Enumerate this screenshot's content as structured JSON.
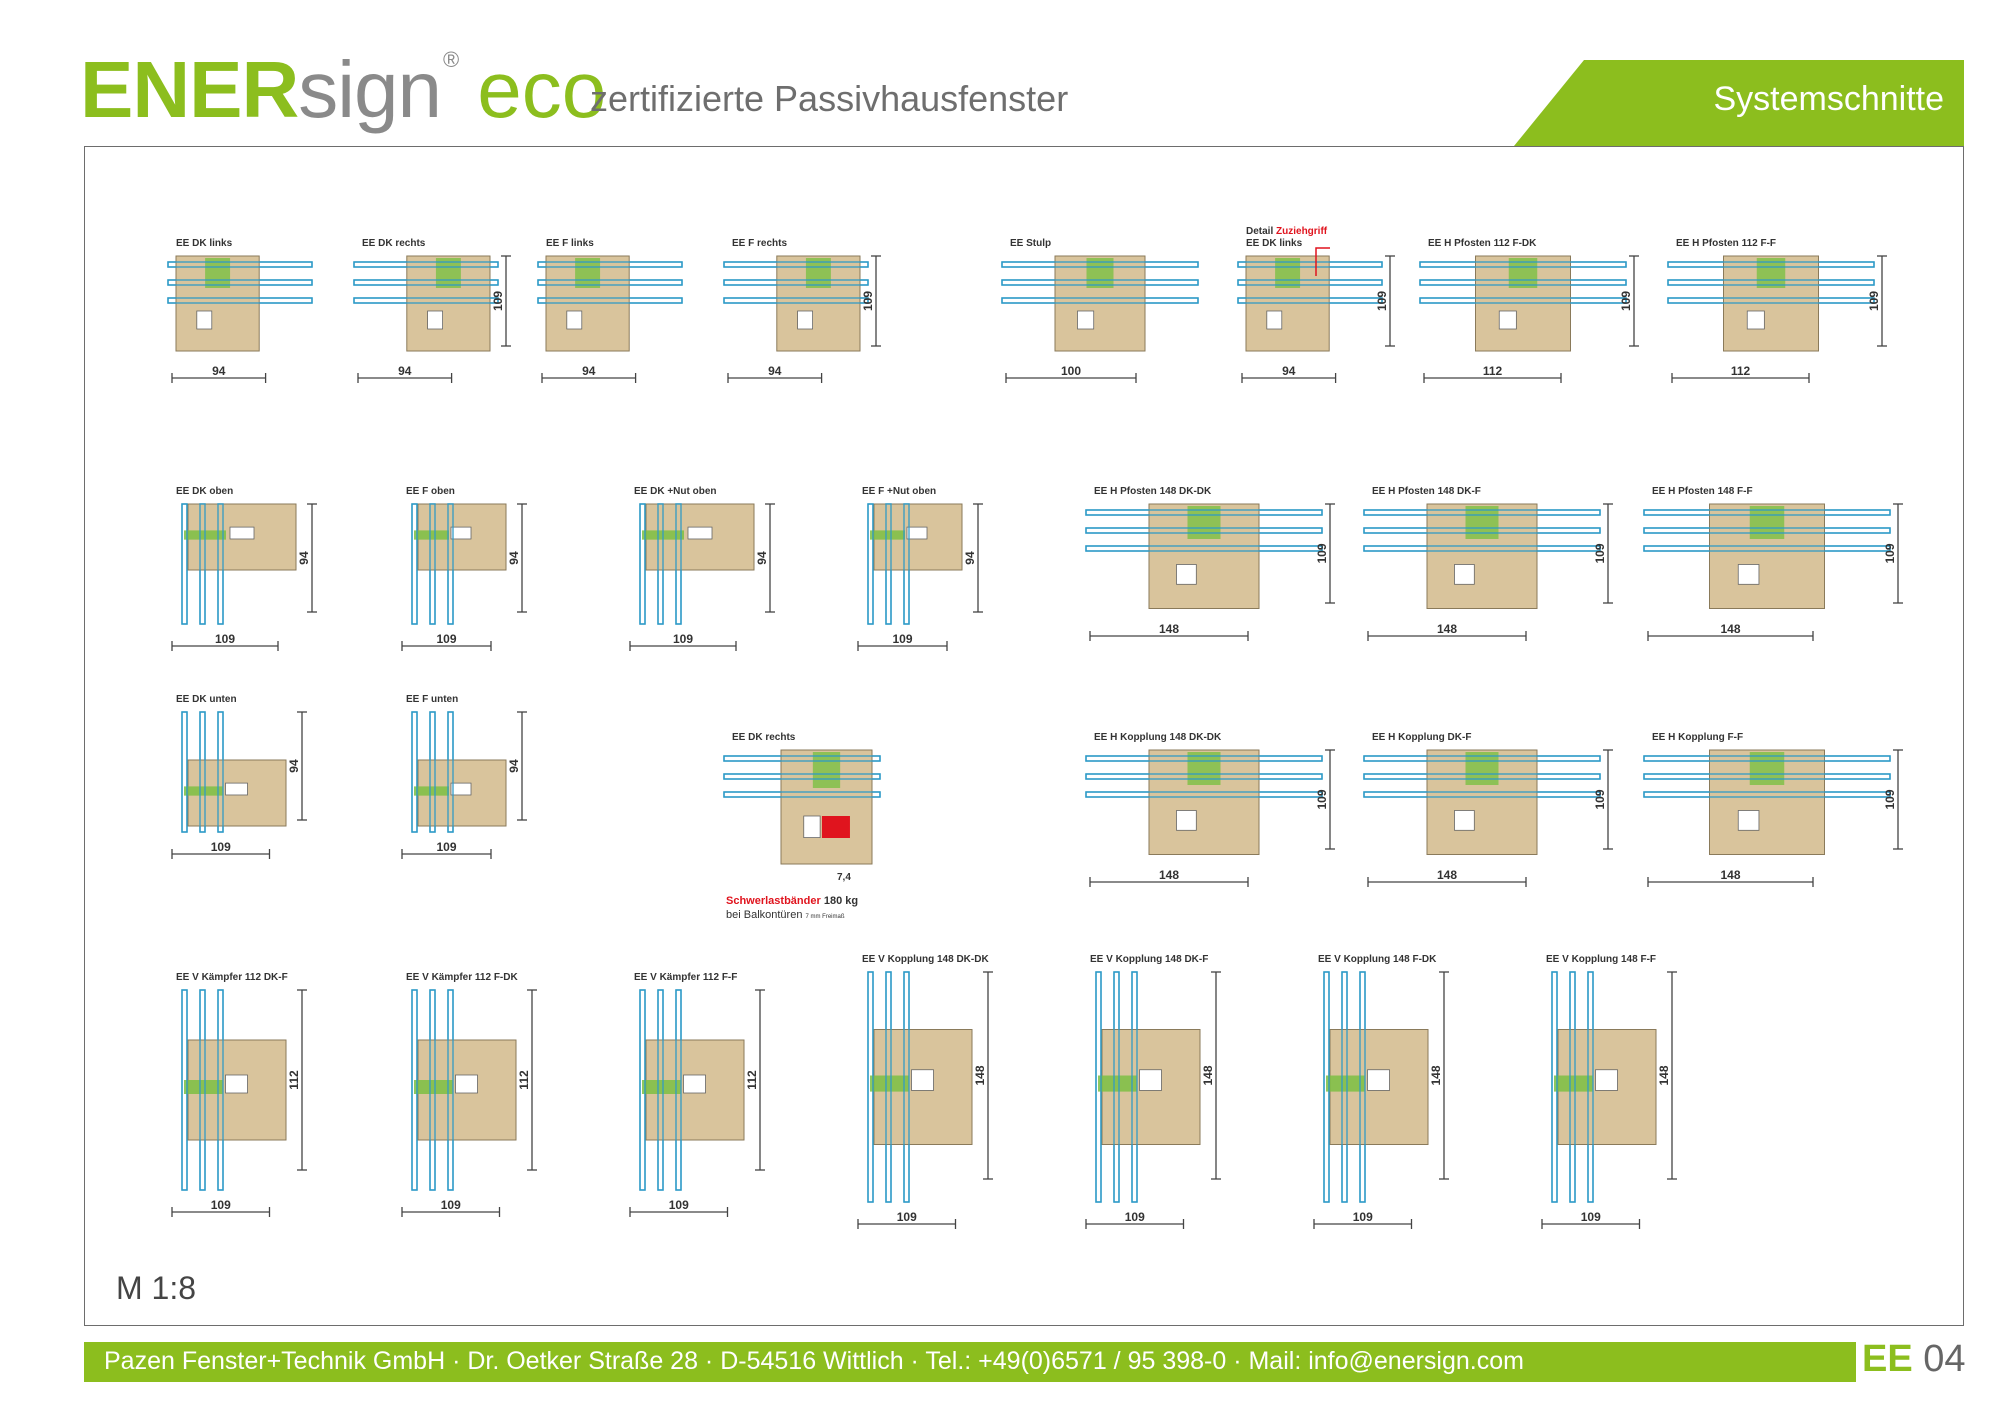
{
  "header": {
    "brand_main": "ENER",
    "brand_sign": "sign",
    "brand_reg": "®",
    "brand_eco": "eco",
    "tagline": "zertifizierte Passivhausfenster",
    "section_title": "Systemschnitte"
  },
  "scale_label": "M 1:8",
  "footer": {
    "address": "Pazen Fenster+Technik GmbH · Dr. Oetker Straße 28 · D-54516 Wittlich · Tel.:  +49(0)6571 / 95 398-0 · Mail:  info@enersign.com",
    "page_prefix": "EE",
    "page_number": "04"
  },
  "colors": {
    "brand_green": "#8cbe1e",
    "wood": "#d9c49c",
    "glass": "#2e9ac6",
    "seal_green": "#7bc043",
    "accent_red": "#e0141e"
  },
  "sections": [
    {
      "title": "EE DK links",
      "dims": {
        "width": "94"
      },
      "kind": "h",
      "layout": "left"
    },
    {
      "title": "EE DK rechts",
      "dims": {
        "width": "94",
        "height": "109"
      },
      "kind": "h",
      "layout": "right"
    },
    {
      "title": "EE F links",
      "dims": {
        "width": "94"
      },
      "kind": "h",
      "layout": "left"
    },
    {
      "title": "EE F rechts",
      "dims": {
        "width": "94",
        "height": "109"
      },
      "kind": "h",
      "layout": "right"
    },
    {
      "title": "EE Stulp",
      "dims": {
        "width": "100"
      },
      "kind": "h",
      "layout": "double"
    },
    {
      "title": "EE DK links",
      "subtitle": "Detail",
      "highlight": "Zuziehgriff",
      "dims": {
        "width": "94",
        "height": "109"
      },
      "kind": "h",
      "layout": "left"
    },
    {
      "title": "EE H Pfosten 112 F-DK",
      "dims": {
        "width": "112",
        "height": "109"
      },
      "kind": "h",
      "layout": "double"
    },
    {
      "title": "EE H Pfosten 112 F-F",
      "dims": {
        "width": "112",
        "height": "109"
      },
      "kind": "h",
      "layout": "double"
    },
    {
      "title": "EE DK oben",
      "dims": {
        "width": "109",
        "height": "94"
      },
      "kind": "v",
      "layout": "top"
    },
    {
      "title": "EE F oben",
      "dims": {
        "width": "109",
        "height": "94"
      },
      "kind": "v",
      "layout": "top"
    },
    {
      "title": "EE DK +Nut oben",
      "dims": {
        "width": "109",
        "height": "94"
      },
      "kind": "v",
      "layout": "top"
    },
    {
      "title": "EE F +Nut oben",
      "dims": {
        "width": "109",
        "height": "94"
      },
      "kind": "v",
      "layout": "top"
    },
    {
      "title": "EE H Pfosten 148 DK-DK",
      "dims": {
        "width": "148",
        "height": "109"
      },
      "kind": "h",
      "layout": "double"
    },
    {
      "title": "EE H Pfosten 148 DK-F",
      "dims": {
        "width": "148",
        "height": "109"
      },
      "kind": "h",
      "layout": "double"
    },
    {
      "title": "EE H Pfosten 148 F-F",
      "dims": {
        "width": "148",
        "height": "109"
      },
      "kind": "h",
      "layout": "double"
    },
    {
      "title": "EE DK unten",
      "dims": {
        "width": "109",
        "height": "94"
      },
      "kind": "v",
      "layout": "bottom"
    },
    {
      "title": "EE F unten",
      "dims": {
        "width": "109",
        "height": "94"
      },
      "kind": "v",
      "layout": "bottom"
    },
    {
      "title": "EE DK rechts",
      "dims": {
        "offset": "7,4"
      },
      "kind": "h",
      "layout": "right",
      "note_red": "Schwerlastbänder",
      "note_rest": "180 kg",
      "note_line2": "bei Balkontüren",
      "note_small": "7 mm Freimaß"
    },
    {
      "title": "EE H Kopplung 148 DK-DK",
      "dims": {
        "width": "148",
        "height": "109"
      },
      "kind": "h",
      "layout": "double"
    },
    {
      "title": "EE H Kopplung DK-F",
      "dims": {
        "width": "148",
        "height": "109"
      },
      "kind": "h",
      "layout": "double"
    },
    {
      "title": "EE H Kopplung F-F",
      "dims": {
        "width": "148",
        "height": "109"
      },
      "kind": "h",
      "layout": "double"
    },
    {
      "title": "EE V Kämpfer 112 DK-F",
      "dims": {
        "width": "109",
        "height": "112"
      },
      "kind": "v",
      "layout": "double"
    },
    {
      "title": "EE V Kämpfer 112 F-DK",
      "dims": {
        "width": "109",
        "height": "112"
      },
      "kind": "v",
      "layout": "double"
    },
    {
      "title": "EE V Kämpfer 112 F-F",
      "dims": {
        "width": "109",
        "height": "112"
      },
      "kind": "v",
      "layout": "double"
    },
    {
      "title": "EE V Kopplung 148 DK-DK",
      "dims": {
        "width": "109",
        "height": "148"
      },
      "kind": "v",
      "layout": "double"
    },
    {
      "title": "EE V Kopplung 148 DK-F",
      "dims": {
        "width": "109",
        "height": "148"
      },
      "kind": "v",
      "layout": "double"
    },
    {
      "title": "EE V Kopplung 148 F-DK",
      "dims": {
        "width": "109",
        "height": "148"
      },
      "kind": "v",
      "layout": "double"
    },
    {
      "title": "EE V Kopplung 148 F-F",
      "dims": {
        "width": "109",
        "height": "148"
      },
      "kind": "v",
      "layout": "double"
    }
  ]
}
